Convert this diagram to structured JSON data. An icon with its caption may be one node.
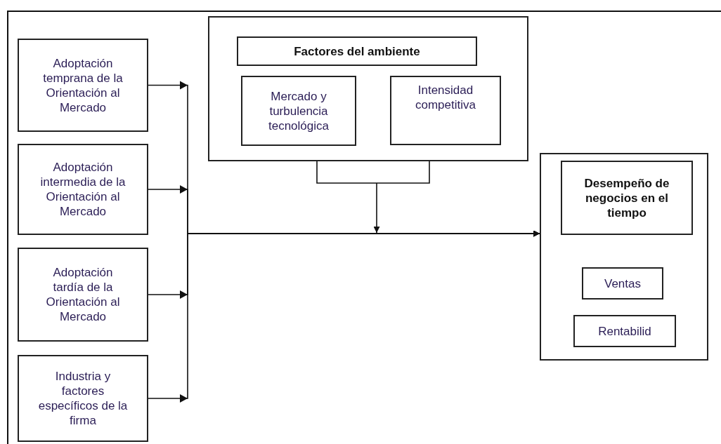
{
  "diagram": {
    "nodes": [
      {
        "text": [
          "Adoptación temprana de la Orientación al Mercado"
        ]
      },
      {
        "text": [
          "Adoptación intermedia de la Orientación al Mercado"
        ]
      },
      {
        "text": [
          "Adoptación tardía de la Orientación al Mercado"
        ]
      },
      {
        "text": [
          "Industria y factores específicos de la firma"
        ]
      },
      {
        "text": [],
        "shape": "box"
      },
      {
        "text": [
          "Factores del ambiente"
        ],
        "in": 4
      },
      {
        "text": [
          "Mercado y turbulencia tecnológica"
        ],
        "in": 4
      },
      {
        "text": [
          "Intensidad competitiva"
        ],
        "in": 4
      },
      {
        "text": [],
        "shape": "box"
      },
      {
        "text": [
          "Desempeño de negocios en el tiempo"
        ],
        "in": 8
      },
      {
        "text": [
          "Ventas"
        ],
        "in": 8
      },
      {
        "text": [
          "Rentabilid"
        ],
        "in": 8
      }
    ],
    "edges": [
      {
        "from": 0,
        "to": 8,
        "arrow": "to"
      },
      {
        "from": 1,
        "to": 8,
        "arrow": "to"
      },
      {
        "from": 2,
        "to": 8,
        "arrow": "to"
      },
      {
        "from": 3,
        "to": 8,
        "arrow": "to"
      },
      {
        "from": 4,
        "to": null,
        "arrow": "to"
      }
    ]
  }
}
